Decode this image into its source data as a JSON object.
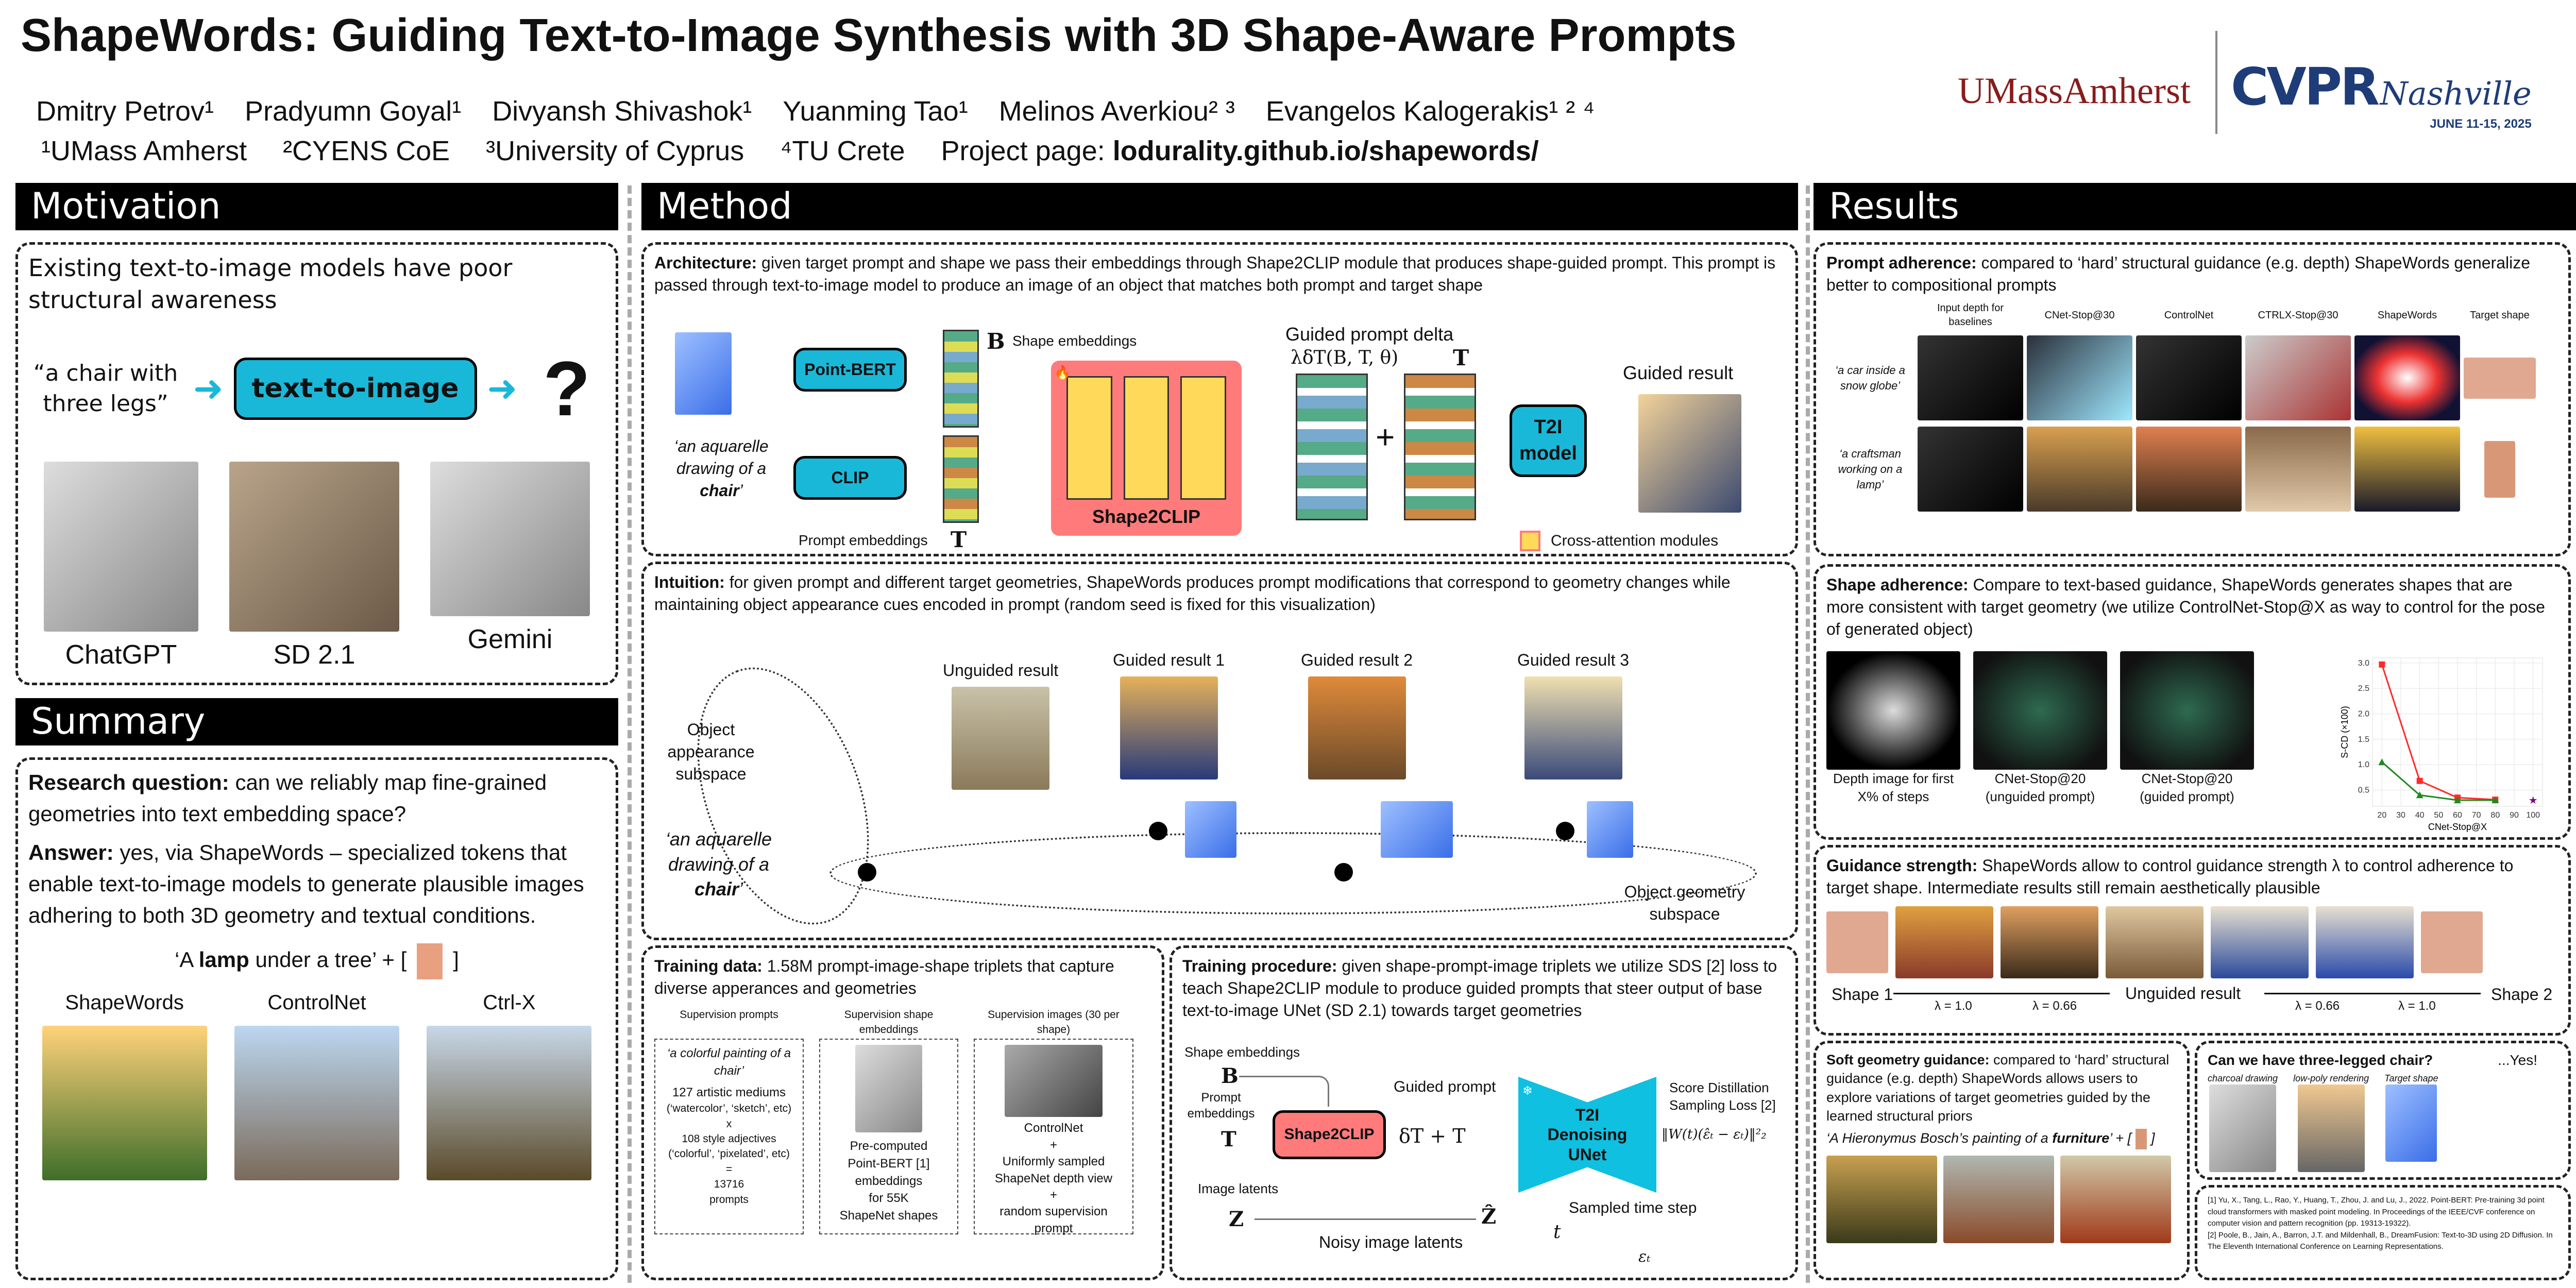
{
  "header": {
    "title": "ShapeWords: Guiding Text-to-Image Synthesis with 3D Shape-Aware Prompts",
    "authors": [
      "Dmitry Petrov¹",
      "Pradyumn Goyal¹",
      "Divyansh Shivashok¹",
      "Yuanming Tao¹",
      "Melinos Averkiou² ³",
      "Evangelos Kalogerakis¹ ² ⁴"
    ],
    "affiliations": [
      "¹UMass Amherst",
      "²CYENS CoE",
      "³University of Cyprus",
      "⁴TU Crete"
    ],
    "project_label": "Project page:",
    "project_url": "lodurality.github.io/shapewords/",
    "logo_umass": "UMassAmherst",
    "logo_cvpr": "CVPR",
    "logo_cvpr_city": "Nashville",
    "logo_cvpr_date": "JUNE 11-15, 2025"
  },
  "motivation": {
    "heading": "Motivation",
    "text": "Existing text-to-image models have poor structural awareness",
    "prompt": "“a chair with three legs”",
    "model": "text-to-image",
    "question": "?",
    "captions": [
      "ChatGPT",
      "SD 2.1",
      "Gemini"
    ]
  },
  "summary": {
    "heading": "Summary",
    "rq_label": "Research question:",
    "rq": " can we reliably map  fine-grained geometries into text embedding space?",
    "ans_label": "Answer:",
    "ans": " yes, via ShapeWords – specialized tokens that enable text-to-image models to generate plausible images adhering to both 3D geometry and textual conditions.",
    "example_pre": "‘A ",
    "example_bold": "lamp",
    "example_post": " under a tree’ + [",
    "example_close": "]",
    "captions": [
      "ShapeWords",
      "ControlNet",
      "Ctrl-X"
    ]
  },
  "method": {
    "heading": "Method",
    "arch": {
      "label": "Architecture:",
      "text": " given target prompt and shape we pass their embeddings through Shape2CLIP module that produces shape-guided prompt. This prompt is passed through text-to-image model to produce an image of an object that matches both prompt and target shape",
      "pointbert": "Point-BERT",
      "clip": "CLIP",
      "B": "B",
      "T": "T",
      "shape_emb": "Shape embeddings",
      "prompt_emb": "Prompt embeddings",
      "prompt_pre": "‘an aquarelle drawing of a ",
      "prompt_bold": "chair",
      "prompt_post": "’",
      "shape2clip": "Shape2CLIP",
      "delta_label": "Guided prompt delta",
      "delta_formula": "λδT(B, T, θ)",
      "plus": "+",
      "t2i": "T2I model",
      "result": "Guided result",
      "legend": "Cross-attention modules"
    },
    "intuition": {
      "label": "Intuition:",
      "text": " for given prompt and different target geometries, ShapeWords produces prompt modifications that correspond to geometry changes while maintaining object appearance cues encoded in prompt (random seed is fixed for this visualization)",
      "results": [
        "Unguided result",
        "Guided result 1",
        "Guided result 2",
        "Guided result 3"
      ],
      "appearance": "Object appearance subspace",
      "geometry": "Object geometry subspace",
      "prompt_pre": "‘an aquarelle drawing of a ",
      "prompt_bold": "chair",
      "prompt_post": "’"
    },
    "training_data": {
      "label": "Training data:",
      "text": " 1.58M prompt-image-shape triplets that capture diverse apperances and geometries",
      "col_titles": [
        "Supervision prompts",
        "Supervision shape embeddings",
        "Supervision images (30 per shape)"
      ],
      "prompts_example": "‘a colorful painting of  a chair’",
      "prompts_lines": [
        "127 artistic mediums",
        "(‘watercolor’, ‘sketch’, etc)",
        "x",
        "108 style adjectives",
        "(‘colorful’, ‘pixelated’, etc)",
        "=",
        "13716",
        "prompts"
      ],
      "shape_lines": [
        "Pre-computed",
        "Point-BERT [1]",
        "embeddings",
        "for 55K",
        "ShapeNet shapes"
      ],
      "image_lines": [
        "ControlNet",
        "+",
        "Uniformly sampled",
        "ShapeNet depth view",
        "+",
        "random supervision prompt"
      ]
    },
    "training_proc": {
      "label": "Training procedure:",
      "text": " given shape-prompt-image triplets we utilize SDS [2] loss to teach Shape2CLIP module to produce guided prompts that steer output of base text-to-image UNet (SD 2.1) towards target geometries",
      "shape_emb": "Shape embeddings",
      "B": "B",
      "prompt_emb": "Prompt embeddings",
      "T": "T",
      "shape2clip": "Shape2CLIP",
      "guided": "Guided prompt",
      "formula": "δT + T",
      "unet": "T2I Denoising UNet",
      "sds": "Score Distillation Sampling Loss [2]",
      "loss": "‖W(t)(ε̂ₜ − εₜ)‖²₂",
      "img_lat": "Image latents",
      "Z": "Z",
      "Zhat": "Ẑ",
      "noisy": "Noisy image latents",
      "timestep": "Sampled time step",
      "t": "t",
      "eps": "εₜ"
    }
  },
  "results": {
    "heading": "Results",
    "prompt_adh": {
      "label": "Prompt adherence:",
      "text": " compared to ‘hard’ structural guidance (e.g. depth) ShapeWords generalize better to compositional prompts",
      "cols": [
        "Input depth for baselines",
        "CNet-Stop@30",
        "ControlNet",
        "CTRLX-Stop@30",
        "ShapeWords",
        "Target shape"
      ],
      "rows": [
        "‘a car inside a snow globe’",
        "‘a craftsman working on a lamp’"
      ]
    },
    "shape_adh": {
      "label": "Shape adherence:",
      "text": " Compare to text-based guidance, ShapeWords generates shapes that are more consistent with target geometry (we utilize ControlNet-Stop@X as way to control for the pose of generated object)",
      "captions": [
        "Depth image for first X% of steps",
        "CNet-Stop@20 (unguided prompt)",
        "CNet-Stop@20 (guided prompt)"
      ]
    },
    "guidance": {
      "label": "Guidance strength:",
      "text": " ShapeWords allow to control guidance strength λ to control adherence to target shape. Intermediate results still remain aesthetically plausible",
      "shape1": "Shape 1",
      "shape2": "Shape 2",
      "unguided": "Unguided result",
      "lambdas": [
        "λ = 1.0",
        "λ = 0.66",
        "λ = 0.66",
        "λ = 1.0"
      ]
    },
    "soft": {
      "label": "Soft geometry guidance:",
      "text": " compared to ‘hard’ structural guidance (e.g. depth) ShapeWords allows users to explore variations of target geometries guided by the learned structural priors",
      "prompt_pre": "‘A Hieronymus  Bosch’s painting of a ",
      "prompt_bold": "furniture",
      "prompt_post": "’ + [",
      "prompt_close": "]"
    },
    "three": {
      "title": "Can we have three-legged chair?",
      "yes": "...Yes!",
      "captions": [
        "charcoal drawing",
        "low-poly rendering",
        "Target shape"
      ]
    },
    "refs": [
      "[1] Yu, X., Tang, L., Rao, Y., Huang, T., Zhou, J. and Lu, J., 2022. Point-BERT: Pre-training 3d point cloud transformers with masked point modeling. In Proceedings of the IEEE/CVF conference on computer vision and pattern recognition (pp. 19313-19322).",
      "[2] Poole, B., Jain, A., Barron, J.T. and Mildenhall, B., DreamFusion: Text-to-3D using 2D Diffusion. In The Eleventh International Conference on Learning Representations."
    ]
  },
  "chart_data": {
    "type": "line",
    "xlabel": "CNet-Stop@X",
    "ylabel": "S-CD (×100)",
    "xlim": [
      15,
      105
    ],
    "ylim": [
      0.18,
      3.1
    ],
    "xticks": [
      "20",
      "30",
      "40",
      "50",
      "60",
      "70",
      "80",
      "90",
      "100"
    ],
    "yticks": [
      "0.5",
      "1.0",
      "1.5",
      "2.0",
      "2.5",
      "3.0"
    ],
    "grid": true,
    "series": [
      {
        "name": "unguided prompt",
        "color": "#ff2a2a",
        "marker": "square",
        "x": [
          20,
          40,
          60,
          80
        ],
        "y": [
          2.97,
          0.68,
          0.35,
          0.31
        ]
      },
      {
        "name": "guided prompt",
        "color": "#1f8a1f",
        "marker": "triangle",
        "x": [
          20,
          40,
          60,
          80
        ],
        "y": [
          1.05,
          0.4,
          0.3,
          0.3
        ]
      },
      {
        "name": "ShapeWords",
        "color": "#800080",
        "marker": "star",
        "x": [
          100
        ],
        "y": [
          0.3
        ]
      }
    ]
  },
  "colors": {
    "accent": "#1ab8d8",
    "shape2clip": "#ff7b7b",
    "umass": "#881c1c"
  }
}
